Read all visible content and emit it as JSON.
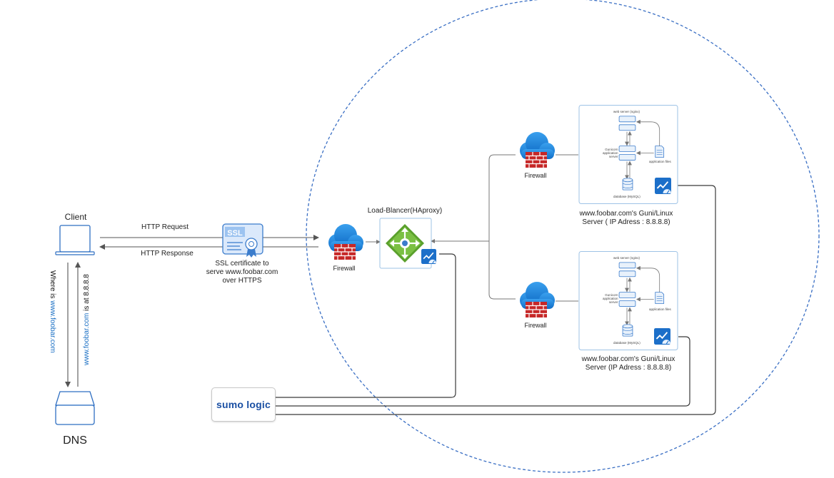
{
  "client": {
    "label": "Client"
  },
  "dns": {
    "label": "DNS"
  },
  "dns_query": {
    "prefix": "Where is ",
    "domain": "www.foobar.com"
  },
  "dns_answer": {
    "domain": "www.foobar.com",
    "suffix": " is at 8.8.8.8"
  },
  "http": {
    "request": "HTTP Request",
    "response": "HTTP Response"
  },
  "ssl": {
    "badge": "SSL",
    "caption": [
      "SSL certificate to",
      "serve www.foobar.com",
      "over HTTPS"
    ]
  },
  "firewall_label": "Firewall",
  "load_balancer": {
    "label": "Load-Blancer(HAproxy)"
  },
  "server1": {
    "caption": [
      "www.foobar.com's Guni/Linux",
      "Server ( IP Adress : 8.8.8.8)"
    ],
    "web_server": "web server (nginx)",
    "app_server": [
      "Gunicorn",
      "application",
      "server"
    ],
    "app_files": "application files",
    "database": "database (MySQL)"
  },
  "server2": {
    "caption": [
      "www.foobar.com's Guni/Linux",
      "Server (IP Adress : 8.8.8.8)"
    ],
    "web_server": "web server (nginx)",
    "app_server": [
      "Gunicorn",
      "application",
      "server"
    ],
    "app_files": "application files",
    "database": "database (MySQL)"
  },
  "monitoring": {
    "label": "sumo logic"
  },
  "colors": {
    "line": "#7a7a7a",
    "dark_line": "#3a3a3a",
    "dashed_circle": "#3a6fc4",
    "cloud": "#1b7fd6",
    "firewall": "#c62828",
    "lb_green": "#5aa02c",
    "server_border": "#9ec3e6",
    "link_blue": "#1a6fc4"
  }
}
